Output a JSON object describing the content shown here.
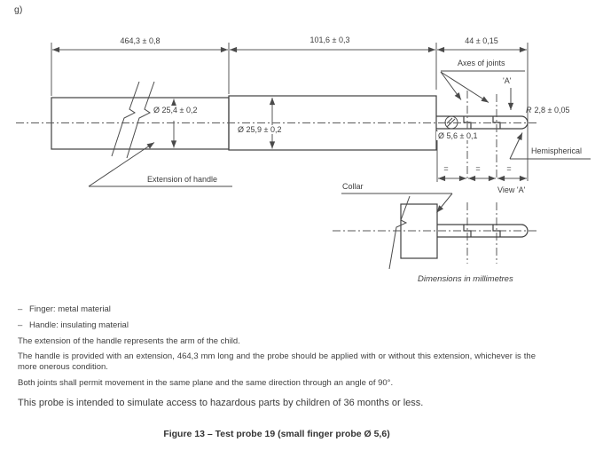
{
  "page": {
    "item_label": "g)",
    "caption": "Figure 13 – Test probe 19 (small finger probe Ø 5,6)"
  },
  "drawing": {
    "dimensions": {
      "handle_length": "464,3 ± 0,8",
      "probe_length": "101,6 ± 0,3",
      "finger_length": "44 ± 0,15",
      "handle_diameter": "Ø 25,4 ± 0,2",
      "probe_diameter": "Ø 25,9 ± 0,2",
      "finger_diameter": "Ø 5,6 ± 0,1",
      "tip_radius_symbol": "R",
      "tip_radius_value": "2,8 ± 0,05",
      "equal_spacing": "="
    },
    "labels": {
      "axes_of_joints": "Axes of joints",
      "view_marker": "'A'",
      "hemispherical": "Hemispherical",
      "extension_of_handle": "Extension of handle",
      "collar": "Collar",
      "view_a": "View 'A'",
      "units_note": "Dimensions in millimetres"
    }
  },
  "notes": {
    "bullets": [
      {
        "marker": "–",
        "text": "Finger: metal material"
      },
      {
        "marker": "–",
        "text": "Handle: insulating material"
      }
    ],
    "lines": [
      "The extension of the handle represents the arm of the child.",
      "The handle is provided with an extension, 464,3 mm long and the probe should be applied with or without this extension, whichever is the more onerous condition.",
      "Both joints shall permit movement in the same plane and the same direction through an angle of 90°."
    ],
    "statement": "This probe is intended to simulate access to hazardous parts by children of 36 months or less."
  }
}
